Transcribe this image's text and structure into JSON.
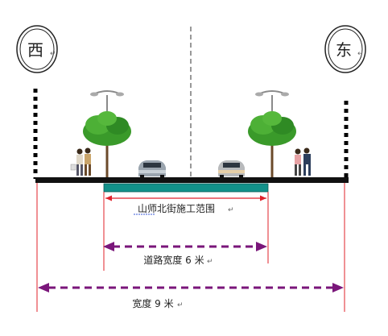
{
  "compass": {
    "west": "西",
    "east": "东",
    "mark": "↵"
  },
  "labels": {
    "construction_range": "山师北街施工范围",
    "road_width": "道路宽度 6 米",
    "total_width": "宽度 9 米",
    "return_mark": "↵"
  },
  "colors": {
    "road": "#111111",
    "construction_band": "#13918a",
    "dimension_line": "#e0202a",
    "dash_arrow": "#7a167a",
    "tree_green": "#3a9a2a",
    "pole": "#8a8a8a",
    "text": "#222222"
  }
}
